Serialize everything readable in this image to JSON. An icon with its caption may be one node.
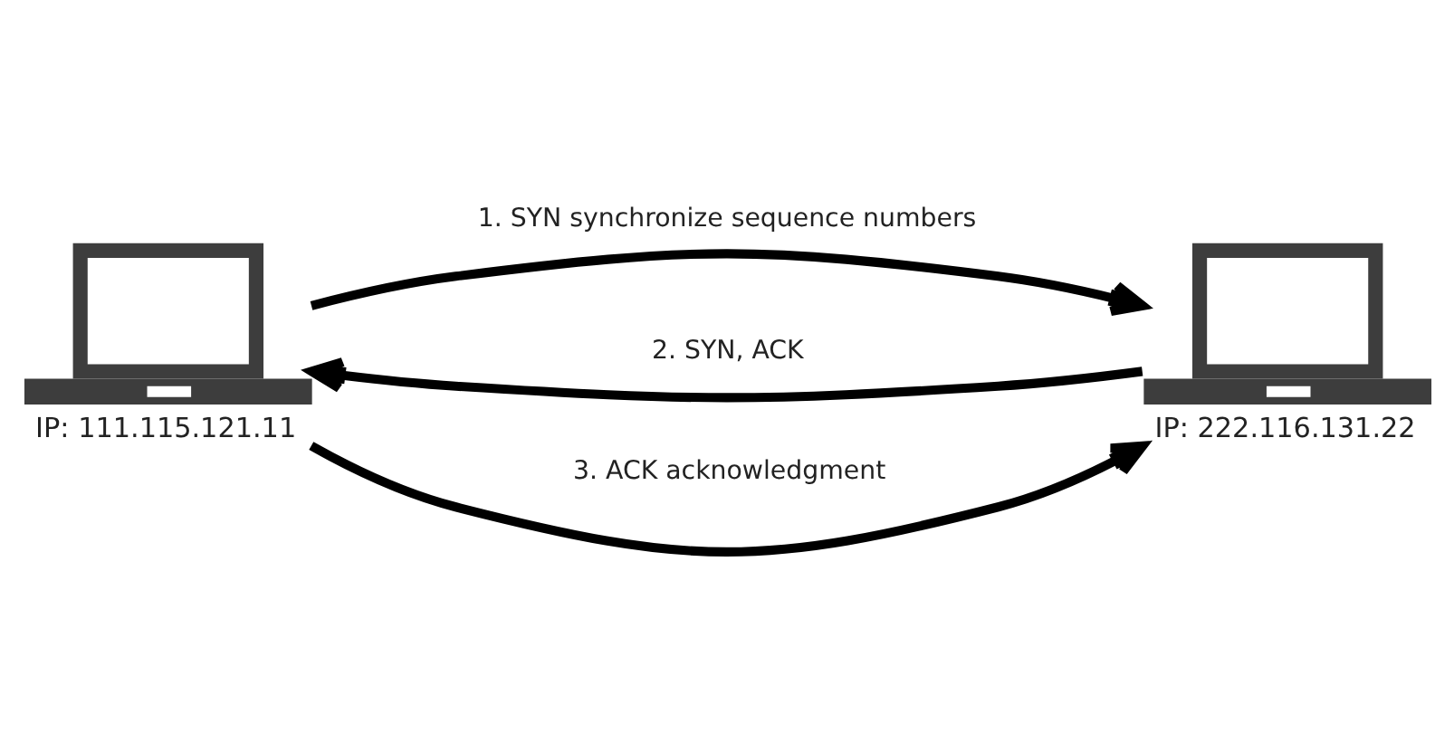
{
  "diagram": {
    "nodes": [
      {
        "text": [],
        "shape": "picture",
        "beside": [
          "IP: 111.115.121.11"
        ]
      },
      {
        "text": [],
        "shape": "picture",
        "beside": [
          "IP: 222.116.131.22"
        ]
      }
    ],
    "edges": [
      {
        "from": 0,
        "to": 1,
        "arrow": "to",
        "label": "1. SYN synchronize sequence numbers"
      },
      {
        "from": 1,
        "to": 0,
        "arrow": "to",
        "label": "2. SYN, ACK"
      },
      {
        "from": 0,
        "to": 1,
        "arrow": "to",
        "label": "3. ACK acknowledgment"
      }
    ]
  }
}
